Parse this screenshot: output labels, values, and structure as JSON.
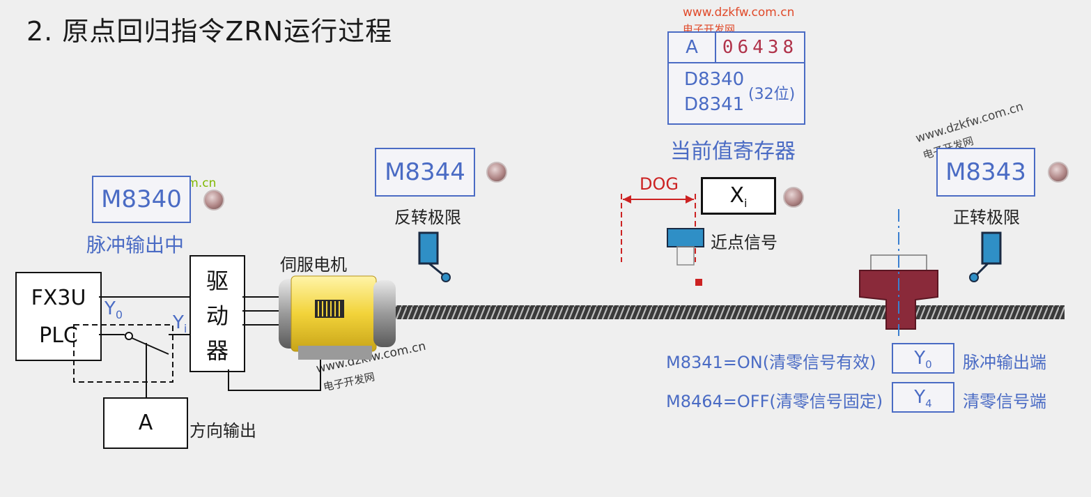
{
  "title": "2. 原点回归指令ZRN运行过程",
  "watermarks": {
    "url": "www.dzkfw.com.cn",
    "cn": "电子开发网"
  },
  "register": {
    "a_label": "A",
    "value": "06438",
    "reg1": "D8340",
    "reg2": "D8341",
    "bits": "(32位)",
    "caption": "当前值寄存器"
  },
  "flags": {
    "m8340": "M8340",
    "m8340_caption": "脉冲输出中",
    "m8344": "M8344",
    "m8344_caption": "反转极限",
    "m8343": "M8343",
    "m8343_caption": "正转极限"
  },
  "dog": {
    "label": "DOG",
    "xi_main": "X",
    "xi_sub": "i",
    "caption": "近点信号"
  },
  "plc": {
    "line1": "FX3U",
    "line2": "PLC",
    "y0_main": "Y",
    "y0_sub": "0",
    "yi_main": "Y",
    "yi_sub": "i"
  },
  "driver": {
    "c1": "驱",
    "c2": "动",
    "c3": "器"
  },
  "motor_label": "伺服电机",
  "direction": {
    "box": "A",
    "caption": "方向输出"
  },
  "notes": [
    {
      "text": "M8341=ON(清零信号有效)",
      "port_main": "Y",
      "port_sub": "0",
      "desc": "脉冲输出端"
    },
    {
      "text": "M8464=OFF(清零信号固定)",
      "port_main": "Y",
      "port_sub": "4",
      "desc": "清零信号端"
    }
  ],
  "colors": {
    "accent_blue": "#4a6bc4",
    "dog_red": "#cc2222",
    "motor_yellow": "#f2d33a",
    "carriage": "#8a2a3a"
  }
}
